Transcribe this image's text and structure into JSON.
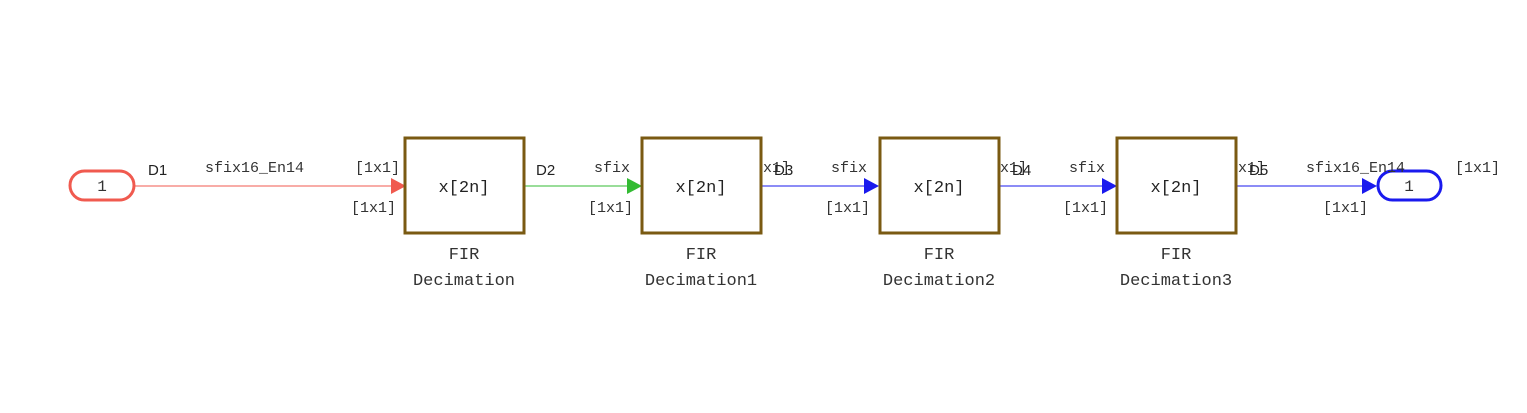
{
  "colors": {
    "inport": "#f05a4f",
    "outport": "#1a1aee",
    "block_border": "#7a5a12",
    "line_red": "#f05a4f",
    "line_green": "#33bb33",
    "line_blue": "#1a1aee"
  },
  "inport": {
    "label": "1"
  },
  "outport": {
    "label": "1"
  },
  "blocks": [
    {
      "text": "x[2n]",
      "name_line1": "FIR",
      "name_line2": "Decimation"
    },
    {
      "text": "x[2n]",
      "name_line1": "FIR",
      "name_line2": "Decimation1"
    },
    {
      "text": "x[2n]",
      "name_line1": "FIR",
      "name_line2": "Decimation2"
    },
    {
      "text": "x[2n]",
      "name_line1": "FIR",
      "name_line2": "Decimation3"
    }
  ],
  "signals": [
    {
      "name": "D1",
      "type": "sfix16_En14",
      "dims_top": "[1x1]",
      "dims_bottom": "[1x1]"
    },
    {
      "name": "D2",
      "type": "sfix",
      "dims_top": "x1]",
      "dims_bottom": "[1x1]"
    },
    {
      "name": "D3",
      "type": "sfix",
      "dims_top": "x1]",
      "dims_bottom": "[1x1]"
    },
    {
      "name": "D4",
      "type": "sfix",
      "dims_top": "x1]",
      "dims_bottom": "[1x1]"
    },
    {
      "name": "D5",
      "type": "sfix16_En14",
      "dims_top": "[1x1]",
      "dims_bottom": "[1x1]"
    }
  ]
}
